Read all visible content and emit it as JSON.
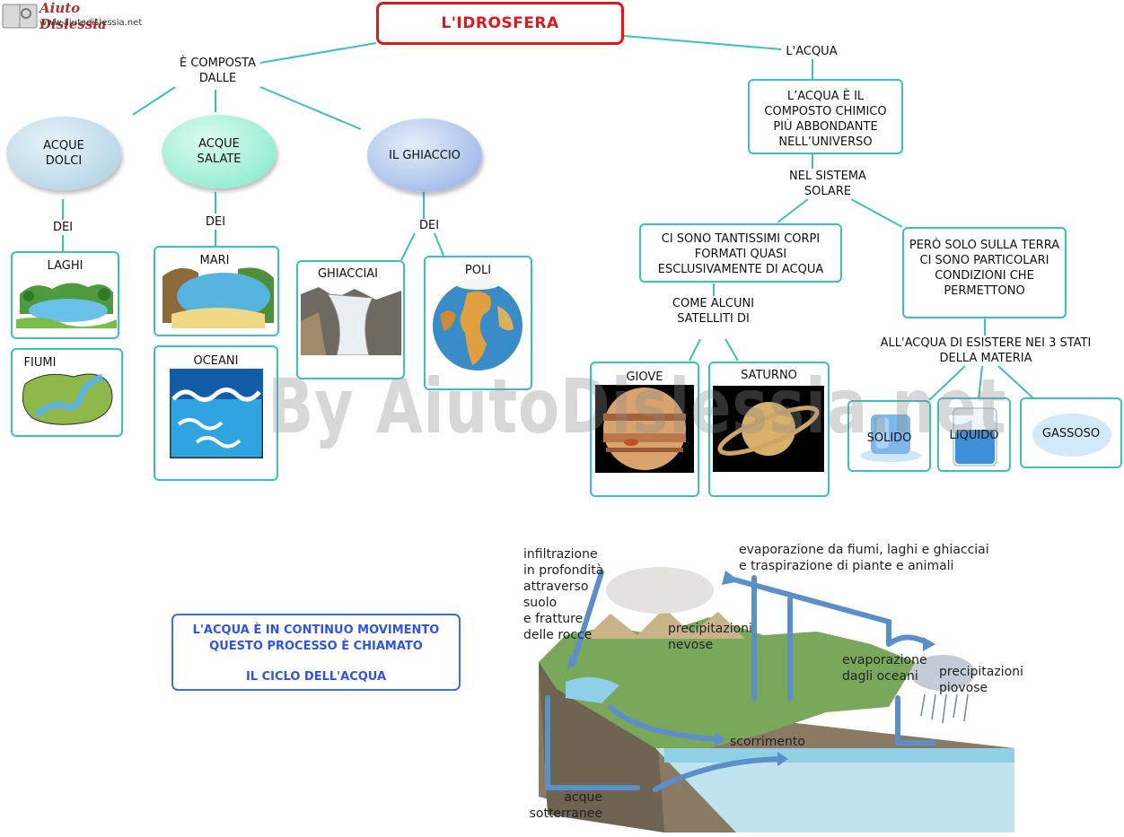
{
  "logo": {
    "name": "Aiuto Dislessia",
    "url": "www.aiutodislessia.net"
  },
  "title": "L'IDROSFERA",
  "left": {
    "connector": "È COMPOSTA DALLE",
    "categories": [
      {
        "label": "ACQUE DOLCI",
        "dei": "DEI",
        "items": [
          "LAGHI",
          "FIUMI"
        ]
      },
      {
        "label": "ACQUE SALATE",
        "dei": "DEI",
        "items": [
          "MARI",
          "OCEANI"
        ]
      },
      {
        "label": "IL GHIACCIO",
        "dei": "DEI",
        "items": [
          "GHIACCIAI",
          "POLI"
        ]
      }
    ]
  },
  "right": {
    "connector": "L'ACQUA",
    "fact": "L’ACQUA È  IL COMPOSTO CHIMICO PIÙ ABBONDANTE NELL’UNIVERSO",
    "nel_sistema": "NEL SISTEMA SOLARE",
    "corpi": "CI SONO TANTISSIMI CORPI FORMATI QUASI ESCLUSIVAMENTE DI ACQUA",
    "come": "COME ALCUNI SATELLITI DI",
    "planets": [
      "GIOVE",
      "SATURNO"
    ],
    "pero": "PERÒ SOLO SULLA TERRA CI SONO PARTICOLARI CONDIZIONI CHE PERMETTONO",
    "stati_label": "ALL'ACQUA DI ESISTERE NEI 3 STATI DELLA MATERIA",
    "stati": [
      "SOLIDO",
      "LIQUIDO",
      "GASSOSO"
    ]
  },
  "ciclo_box": {
    "line1": "L'ACQUA È IN CONTINUO MOVIMENTO",
    "line2": "QUESTO PROCESSO È CHIAMATO",
    "line3": "IL CICLO DELL'ACQUA"
  },
  "cycle": {
    "infiltrazione": [
      "infiltrazione",
      "in profondità",
      "attraverso",
      "suolo",
      "e fratture",
      "delle rocce"
    ],
    "evaporazione_fiumi": [
      "evaporazione da fiumi, laghi e ghiacciai",
      "e traspirazione di piante e animali"
    ],
    "precipitazioni_nevose": [
      "precipitazioni",
      "nevose"
    ],
    "evaporazione_oceani": [
      "evaporazione",
      "dagli oceani"
    ],
    "precipitazioni_piovose": [
      "precipitazioni",
      "piovose"
    ],
    "scorrimento": "scorrimento",
    "acque_sotterranee": [
      "acque",
      "sotterranee"
    ]
  },
  "watermark": "By AiutoDislessia.net",
  "colors": {
    "title": "#e0161d",
    "box_border": "#3cc1b8",
    "ciclo": "#2f55e0",
    "arrow": "#5b8fc9"
  }
}
